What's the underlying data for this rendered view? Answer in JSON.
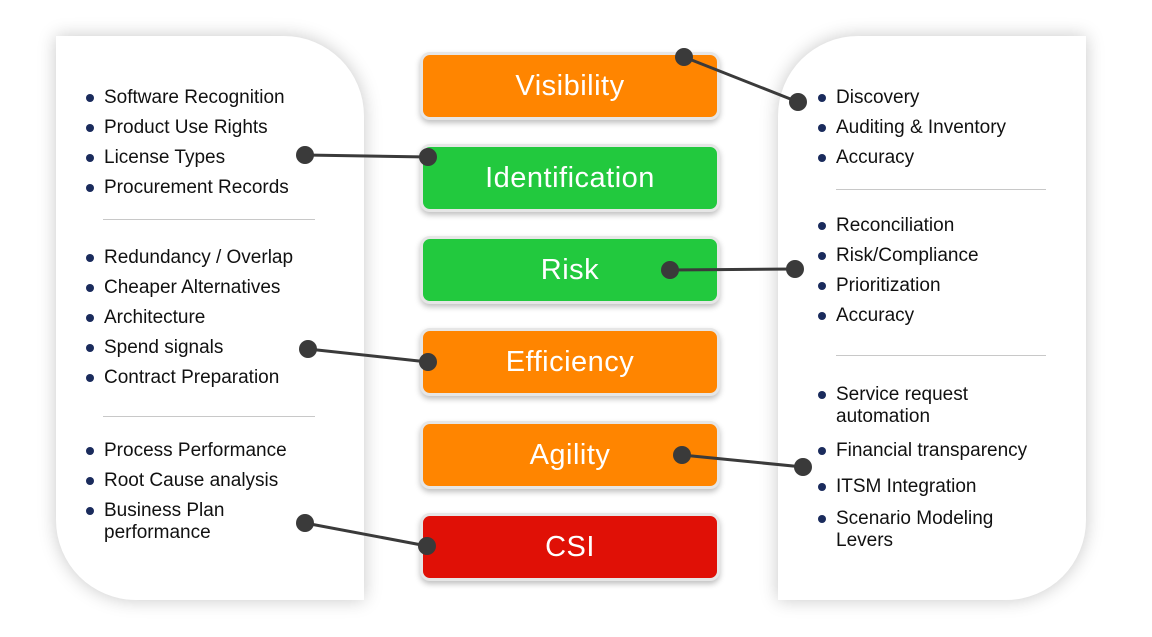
{
  "colors": {
    "orange": "#ff8500",
    "green": "#22c93e",
    "red": "#e01006",
    "bullet": "#1a2b5c",
    "connector": "#3a3a3a"
  },
  "left_groups": [
    [
      "Software Recognition",
      "Product Use Rights",
      "License Types",
      "Procurement Records"
    ],
    [
      "Redundancy / Overlap",
      "Cheaper Alternatives",
      "Architecture",
      "Spend signals",
      "Contract Preparation"
    ],
    [
      "Process Performance",
      "Root Cause analysis",
      "Business Plan performance"
    ]
  ],
  "right_groups": [
    [
      "Discovery",
      "Auditing & Inventory",
      "Accuracy"
    ],
    [
      "Reconciliation",
      "Risk/Compliance",
      "Prioritization",
      "Accuracy"
    ],
    [
      "Service request automation",
      "Financial transparency",
      "ITSM Integration",
      "Scenario Modeling Levers"
    ]
  ],
  "stages": [
    {
      "label": "Visibility",
      "color": "orange"
    },
    {
      "label": "Identification",
      "color": "green"
    },
    {
      "label": "Risk",
      "color": "green"
    },
    {
      "label": "Efficiency",
      "color": "orange"
    },
    {
      "label": "Agility",
      "color": "orange"
    },
    {
      "label": "CSI",
      "color": "red"
    }
  ]
}
